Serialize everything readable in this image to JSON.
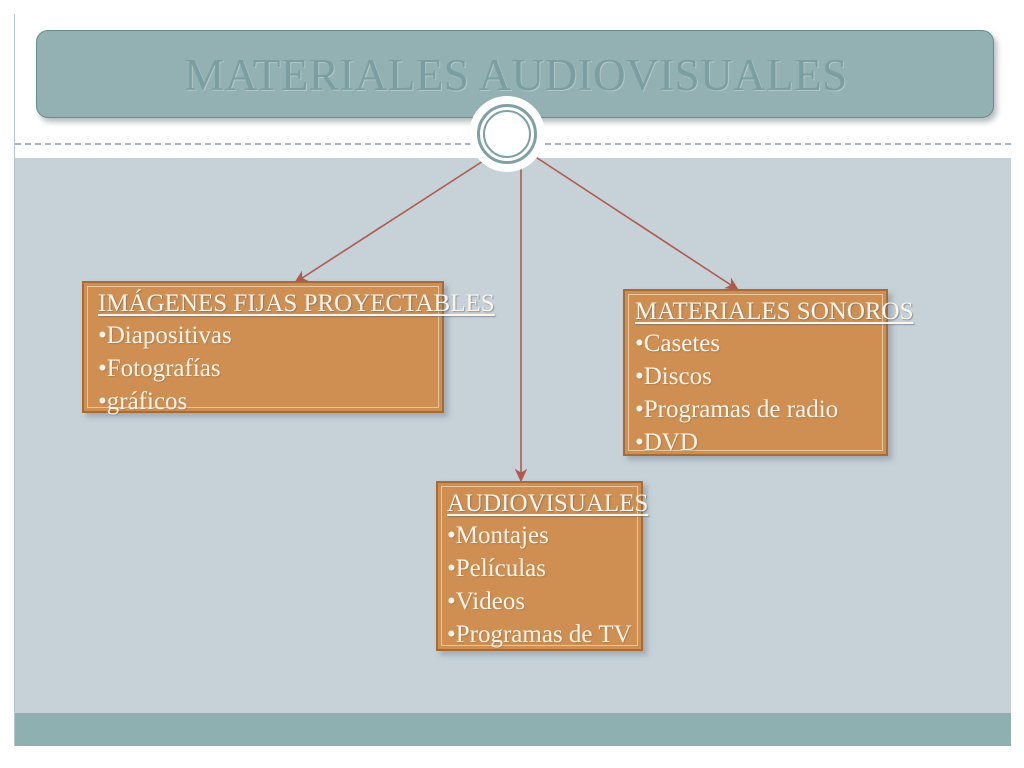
{
  "slide": {
    "title": "MATERIALES AUDIOVISUALES",
    "colors": {
      "banner": "#93b0b2",
      "banner_text": "#7a9ea1",
      "body_background": "#c6d1d8",
      "footer_bar": "#8fb0b1",
      "box_fill": "#cf8f52",
      "box_border": "#a86b33",
      "box_text": "#fdf5ea",
      "connector": "#b05a4e",
      "hub_ring": "#7fa0a4"
    }
  },
  "diagram": {
    "hub": {
      "label": "",
      "shape": "double-ring-circle"
    },
    "nodes": [
      {
        "id": "imagenes-fijas-proyectables",
        "title": "IMÁGENES FIJAS PROYECTABLES",
        "items": [
          "•Diapositivas",
          "•Fotografías",
          "•gráficos"
        ]
      },
      {
        "id": "materiales-sonoros",
        "title": "MATERIALES SONOROS",
        "items": [
          "•Casetes",
          "•Discos",
          "•Programas de radio",
          "•DVD"
        ]
      },
      {
        "id": "audiovisuales",
        "title": "AUDIOVISUALES",
        "items": [
          "•Montajes",
          "•Películas",
          "•Videos",
          "•Programas de TV"
        ]
      }
    ]
  }
}
